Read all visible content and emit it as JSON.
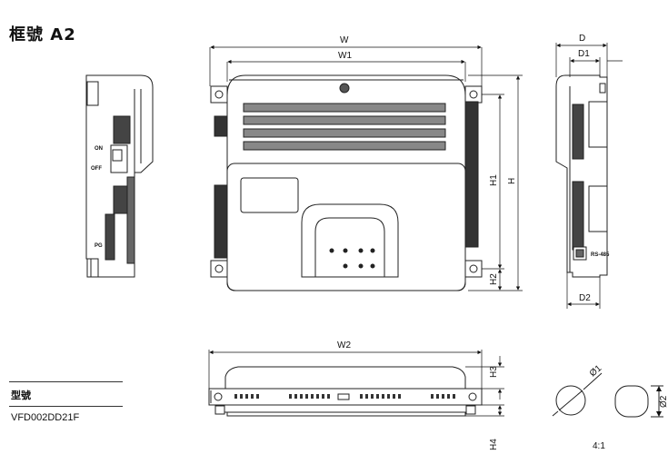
{
  "title": "框號 A2",
  "model_table": {
    "header": "型號",
    "value": "VFD002DD21F"
  },
  "dimensions": {
    "w": "W",
    "w1": "W1",
    "w2": "W2",
    "h": "H",
    "h1": "H1",
    "h2": "H2",
    "h3": "H3",
    "h4": "H4",
    "d": "D",
    "d1": "D1",
    "d2": "D2",
    "phi1": "Ø1",
    "phi2": "Ø2"
  },
  "side_labels": {
    "on": "ON",
    "off": "OFF",
    "pg": "PG"
  },
  "port_label": "RS-485",
  "scale": "4:1"
}
